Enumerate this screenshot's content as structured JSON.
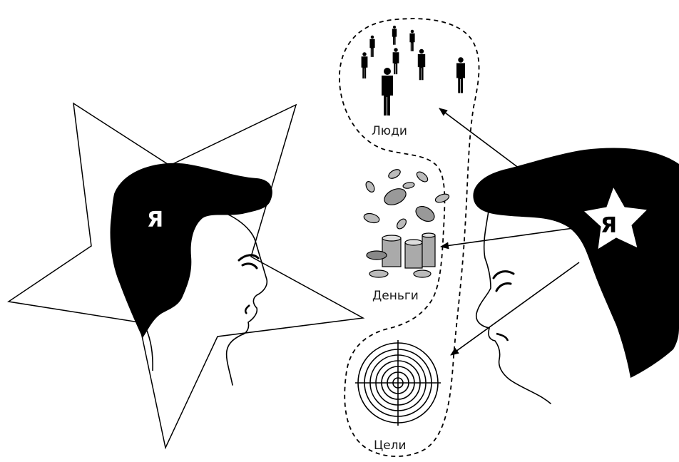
{
  "left_figure": {
    "self_label": "Я"
  },
  "right_figure": {
    "self_label": "Я"
  },
  "targets": [
    {
      "id": "people",
      "label": "Люди"
    },
    {
      "id": "money",
      "label": "Деньги"
    },
    {
      "id": "goals",
      "label": "Цели"
    }
  ],
  "colors": {
    "ink": "#000000",
    "paper": "#ffffff"
  }
}
